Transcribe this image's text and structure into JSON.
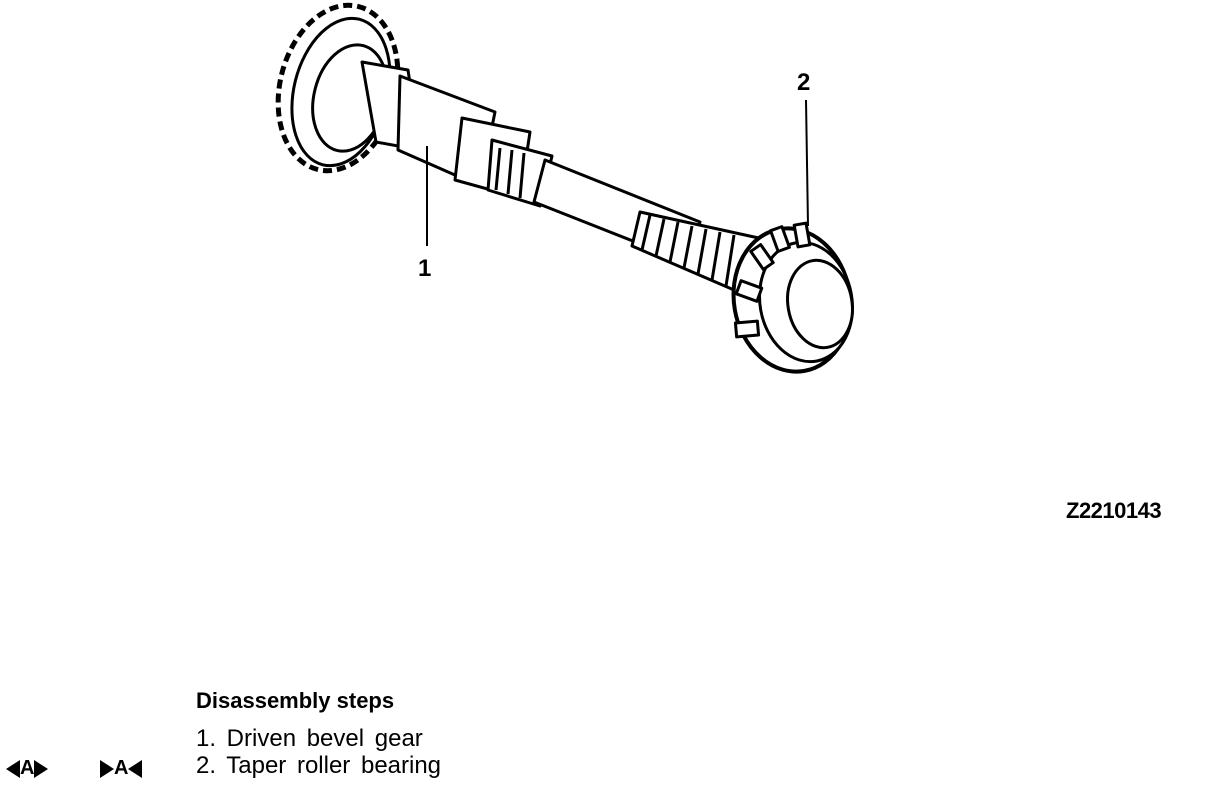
{
  "callouts": {
    "driven_bevel_gear": "1",
    "taper_roller_bearing": "2"
  },
  "figure_id": "Z2210143",
  "steps": {
    "title": "Disassembly steps",
    "items": [
      "1. Driven bevel gear",
      "2. Taper roller bearing"
    ]
  },
  "markers": {
    "removal_letter": "A",
    "installation_letter": "A"
  },
  "colors": {
    "ink": "#000000",
    "paper": "#ffffff"
  }
}
